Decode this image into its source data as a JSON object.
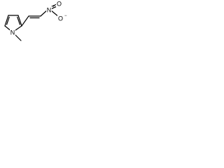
{
  "molecule": {
    "atoms": {
      "ring_nitrogen": "N",
      "methyl_label": "",
      "nitro_nitrogen": "N",
      "nitro_nitrogen_charge": "+",
      "nitro_oxygen_top": "O",
      "nitro_oxygen_right": "O",
      "nitro_oxygen_right_charge": "−"
    }
  }
}
